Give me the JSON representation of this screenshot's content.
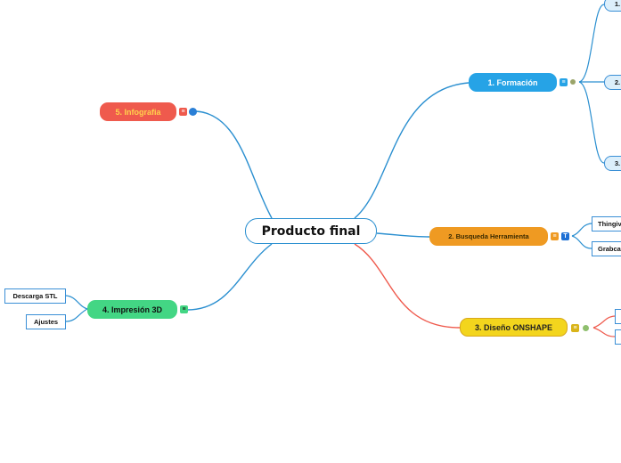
{
  "mindmap": {
    "center": "Producto final",
    "branches": [
      {
        "label": "1. Formación",
        "icon": "notes-icon",
        "color": "#26a3e6"
      },
      {
        "label": "2. Busqueda Herramienta",
        "icon": "notes-icon",
        "color": "#ef9a22"
      },
      {
        "label": "3. Diseño ONSHAPE",
        "icon": "notes-icon",
        "color": "#f3d51d"
      },
      {
        "label": "4. Impresión 3D",
        "icon": "notes-icon",
        "color": "#43d684"
      },
      {
        "label": "5. Infografia",
        "icon": "notes-icon",
        "color": "#ef5a4d"
      }
    ],
    "formacion_children": [
      "1.",
      "2.",
      "3."
    ],
    "busqueda_children": [
      "Thingiv",
      "Grabca"
    ],
    "impresion_children": [
      "Descarga STL",
      "Ajustes"
    ]
  },
  "colors": {
    "connector": "#2a8fd0",
    "connector_red": "#ef5a4d"
  }
}
